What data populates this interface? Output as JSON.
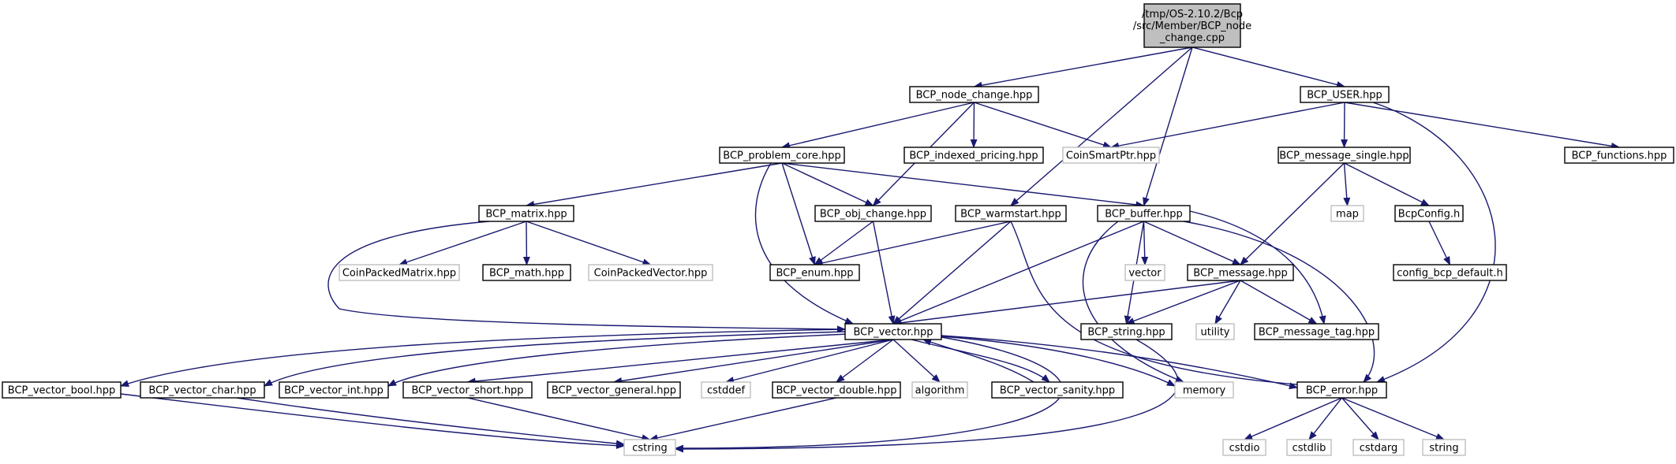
{
  "graph": {
    "colors": {
      "edge": "#191970",
      "root_fill": "#bfbfbf",
      "file_border": "#000000",
      "system_border": "#bfbfbf",
      "system_fill": "#ffffff"
    },
    "nodes": [
      {
        "id": "root",
        "lines": [
          "/tmp/OS-2.10.2/Bcp",
          "/src/Member/BCP_node",
          "_change.cpp"
        ],
        "kind": "root"
      },
      {
        "id": "node_change",
        "lines": [
          "BCP_node_change.hpp"
        ],
        "kind": "file"
      },
      {
        "id": "user",
        "lines": [
          "BCP_USER.hpp"
        ],
        "kind": "file"
      },
      {
        "id": "problem_core",
        "lines": [
          "BCP_problem_core.hpp"
        ],
        "kind": "file"
      },
      {
        "id": "indexed_pricing",
        "lines": [
          "BCP_indexed_pricing.hpp"
        ],
        "kind": "file"
      },
      {
        "id": "coin_smart_ptr",
        "lines": [
          "CoinSmartPtr.hpp"
        ],
        "kind": "system"
      },
      {
        "id": "message_single",
        "lines": [
          "BCP_message_single.hpp"
        ],
        "kind": "file"
      },
      {
        "id": "functions",
        "lines": [
          "BCP_functions.hpp"
        ],
        "kind": "file"
      },
      {
        "id": "matrix",
        "lines": [
          "BCP_matrix.hpp"
        ],
        "kind": "file"
      },
      {
        "id": "obj_change",
        "lines": [
          "BCP_obj_change.hpp"
        ],
        "kind": "file"
      },
      {
        "id": "warmstart",
        "lines": [
          "BCP_warmstart.hpp"
        ],
        "kind": "file"
      },
      {
        "id": "buffer",
        "lines": [
          "BCP_buffer.hpp"
        ],
        "kind": "file"
      },
      {
        "id": "map",
        "lines": [
          "map"
        ],
        "kind": "system"
      },
      {
        "id": "bcpconfig",
        "lines": [
          "BcpConfig.h"
        ],
        "kind": "file"
      },
      {
        "id": "coin_packed_matrix",
        "lines": [
          "CoinPackedMatrix.hpp"
        ],
        "kind": "system"
      },
      {
        "id": "math",
        "lines": [
          "BCP_math.hpp"
        ],
        "kind": "file"
      },
      {
        "id": "coin_packed_vector",
        "lines": [
          "CoinPackedVector.hpp"
        ],
        "kind": "system"
      },
      {
        "id": "enum",
        "lines": [
          "BCP_enum.hpp"
        ],
        "kind": "file"
      },
      {
        "id": "vector_std",
        "lines": [
          "vector"
        ],
        "kind": "system"
      },
      {
        "id": "message",
        "lines": [
          "BCP_message.hpp"
        ],
        "kind": "file"
      },
      {
        "id": "config_default",
        "lines": [
          "config_bcp_default.h"
        ],
        "kind": "file"
      },
      {
        "id": "bcp_vector",
        "lines": [
          "BCP_vector.hpp"
        ],
        "kind": "file"
      },
      {
        "id": "bcp_string",
        "lines": [
          "BCP_string.hpp"
        ],
        "kind": "file"
      },
      {
        "id": "utility",
        "lines": [
          "utility"
        ],
        "kind": "system"
      },
      {
        "id": "message_tag",
        "lines": [
          "BCP_message_tag.hpp"
        ],
        "kind": "file"
      },
      {
        "id": "vector_bool",
        "lines": [
          "BCP_vector_bool.hpp"
        ],
        "kind": "file"
      },
      {
        "id": "vector_char",
        "lines": [
          "BCP_vector_char.hpp"
        ],
        "kind": "file"
      },
      {
        "id": "vector_int",
        "lines": [
          "BCP_vector_int.hpp"
        ],
        "kind": "file"
      },
      {
        "id": "vector_short",
        "lines": [
          "BCP_vector_short.hpp"
        ],
        "kind": "file"
      },
      {
        "id": "vector_general",
        "lines": [
          "BCP_vector_general.hpp"
        ],
        "kind": "file"
      },
      {
        "id": "cstddef",
        "lines": [
          "cstddef"
        ],
        "kind": "system"
      },
      {
        "id": "vector_double",
        "lines": [
          "BCP_vector_double.hpp"
        ],
        "kind": "file"
      },
      {
        "id": "algorithm",
        "lines": [
          "algorithm"
        ],
        "kind": "system"
      },
      {
        "id": "vector_sanity",
        "lines": [
          "BCP_vector_sanity.hpp"
        ],
        "kind": "file"
      },
      {
        "id": "memory",
        "lines": [
          "memory"
        ],
        "kind": "system"
      },
      {
        "id": "error",
        "lines": [
          "BCP_error.hpp"
        ],
        "kind": "file"
      },
      {
        "id": "cstring",
        "lines": [
          "cstring"
        ],
        "kind": "system"
      },
      {
        "id": "cstdio",
        "lines": [
          "cstdio"
        ],
        "kind": "system"
      },
      {
        "id": "cstdlib",
        "lines": [
          "cstdlib"
        ],
        "kind": "system"
      },
      {
        "id": "cstdarg",
        "lines": [
          "cstdarg"
        ],
        "kind": "system"
      },
      {
        "id": "string",
        "lines": [
          "string"
        ],
        "kind": "system"
      }
    ],
    "edges": [
      [
        "root",
        "node_change"
      ],
      [
        "root",
        "user"
      ],
      [
        "root",
        "warmstart"
      ],
      [
        "root",
        "buffer"
      ],
      [
        "node_change",
        "problem_core"
      ],
      [
        "node_change",
        "indexed_pricing"
      ],
      [
        "node_change",
        "coin_smart_ptr"
      ],
      [
        "node_change",
        "obj_change"
      ],
      [
        "user",
        "coin_smart_ptr"
      ],
      [
        "user",
        "message_single"
      ],
      [
        "user",
        "functions"
      ],
      [
        "user",
        "error"
      ],
      [
        "problem_core",
        "matrix"
      ],
      [
        "problem_core",
        "obj_change"
      ],
      [
        "problem_core",
        "enum"
      ],
      [
        "problem_core",
        "bcp_vector"
      ],
      [
        "problem_core",
        "buffer"
      ],
      [
        "message_single",
        "map"
      ],
      [
        "message_single",
        "bcpconfig"
      ],
      [
        "message_single",
        "message"
      ],
      [
        "matrix",
        "coin_packed_matrix"
      ],
      [
        "matrix",
        "math"
      ],
      [
        "matrix",
        "coin_packed_vector"
      ],
      [
        "matrix",
        "bcp_vector"
      ],
      [
        "obj_change",
        "enum"
      ],
      [
        "obj_change",
        "bcp_vector"
      ],
      [
        "warmstart",
        "enum"
      ],
      [
        "warmstart",
        "bcp_vector"
      ],
      [
        "warmstart",
        "error"
      ],
      [
        "buffer",
        "vector_std"
      ],
      [
        "buffer",
        "message"
      ],
      [
        "buffer",
        "bcp_string"
      ],
      [
        "buffer",
        "message_tag"
      ],
      [
        "buffer",
        "bcp_vector"
      ],
      [
        "buffer",
        "memory"
      ],
      [
        "buffer",
        "error"
      ],
      [
        "bcpconfig",
        "config_default"
      ],
      [
        "message",
        "bcp_vector"
      ],
      [
        "message",
        "bcp_string"
      ],
      [
        "message",
        "utility"
      ],
      [
        "message",
        "message_tag"
      ],
      [
        "bcp_string",
        "cstring"
      ],
      [
        "bcp_vector",
        "vector_bool"
      ],
      [
        "bcp_vector",
        "vector_char"
      ],
      [
        "bcp_vector",
        "vector_int"
      ],
      [
        "bcp_vector",
        "vector_short"
      ],
      [
        "bcp_vector",
        "vector_general"
      ],
      [
        "bcp_vector",
        "cstddef"
      ],
      [
        "bcp_vector",
        "vector_double"
      ],
      [
        "bcp_vector",
        "algorithm"
      ],
      [
        "bcp_vector",
        "vector_sanity"
      ],
      [
        "bcp_vector",
        "memory"
      ],
      [
        "bcp_vector",
        "cstring"
      ],
      [
        "bcp_vector",
        "error"
      ],
      [
        "vector_sanity",
        "bcp_vector"
      ],
      [
        "vector_bool",
        "cstring"
      ],
      [
        "vector_char",
        "cstring"
      ],
      [
        "vector_short",
        "cstring"
      ],
      [
        "vector_double",
        "cstring"
      ],
      [
        "error",
        "cstdio"
      ],
      [
        "error",
        "cstdlib"
      ],
      [
        "error",
        "cstdarg"
      ],
      [
        "error",
        "string"
      ]
    ]
  }
}
